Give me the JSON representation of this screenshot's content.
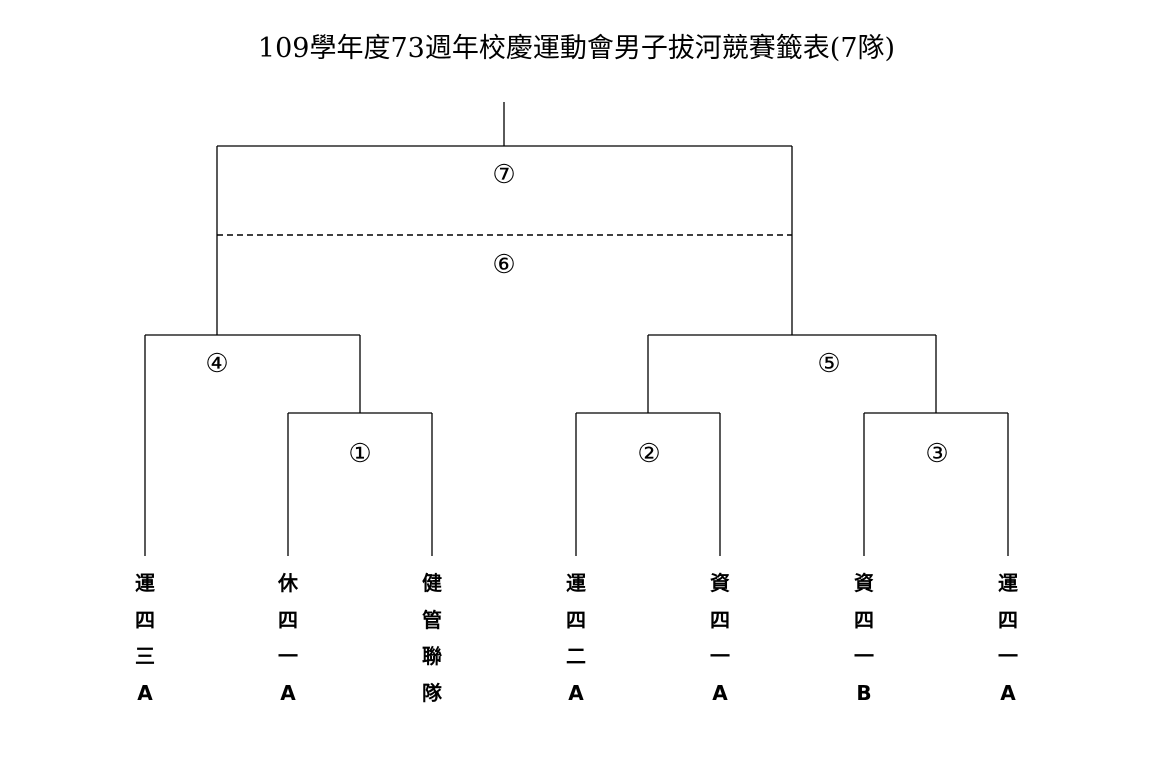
{
  "title": "109學年度73週年校慶運動會男子拔河競賽籤表(7隊)",
  "matches": {
    "m1": "①",
    "m2": "②",
    "m3": "③",
    "m4": "④",
    "m5": "⑤",
    "m6": "⑥",
    "m7": "⑦"
  },
  "teams": [
    {
      "chars": [
        "運",
        "四",
        "三",
        "A"
      ]
    },
    {
      "chars": [
        "休",
        "四",
        "一",
        "A"
      ]
    },
    {
      "chars": [
        "健",
        "管",
        "聯",
        "隊"
      ]
    },
    {
      "chars": [
        "運",
        "四",
        "二",
        "A"
      ]
    },
    {
      "chars": [
        "資",
        "四",
        "一",
        "A"
      ]
    },
    {
      "chars": [
        "資",
        "四",
        "一",
        "B"
      ]
    },
    {
      "chars": [
        "運",
        "四",
        "一",
        "A"
      ]
    }
  ]
}
